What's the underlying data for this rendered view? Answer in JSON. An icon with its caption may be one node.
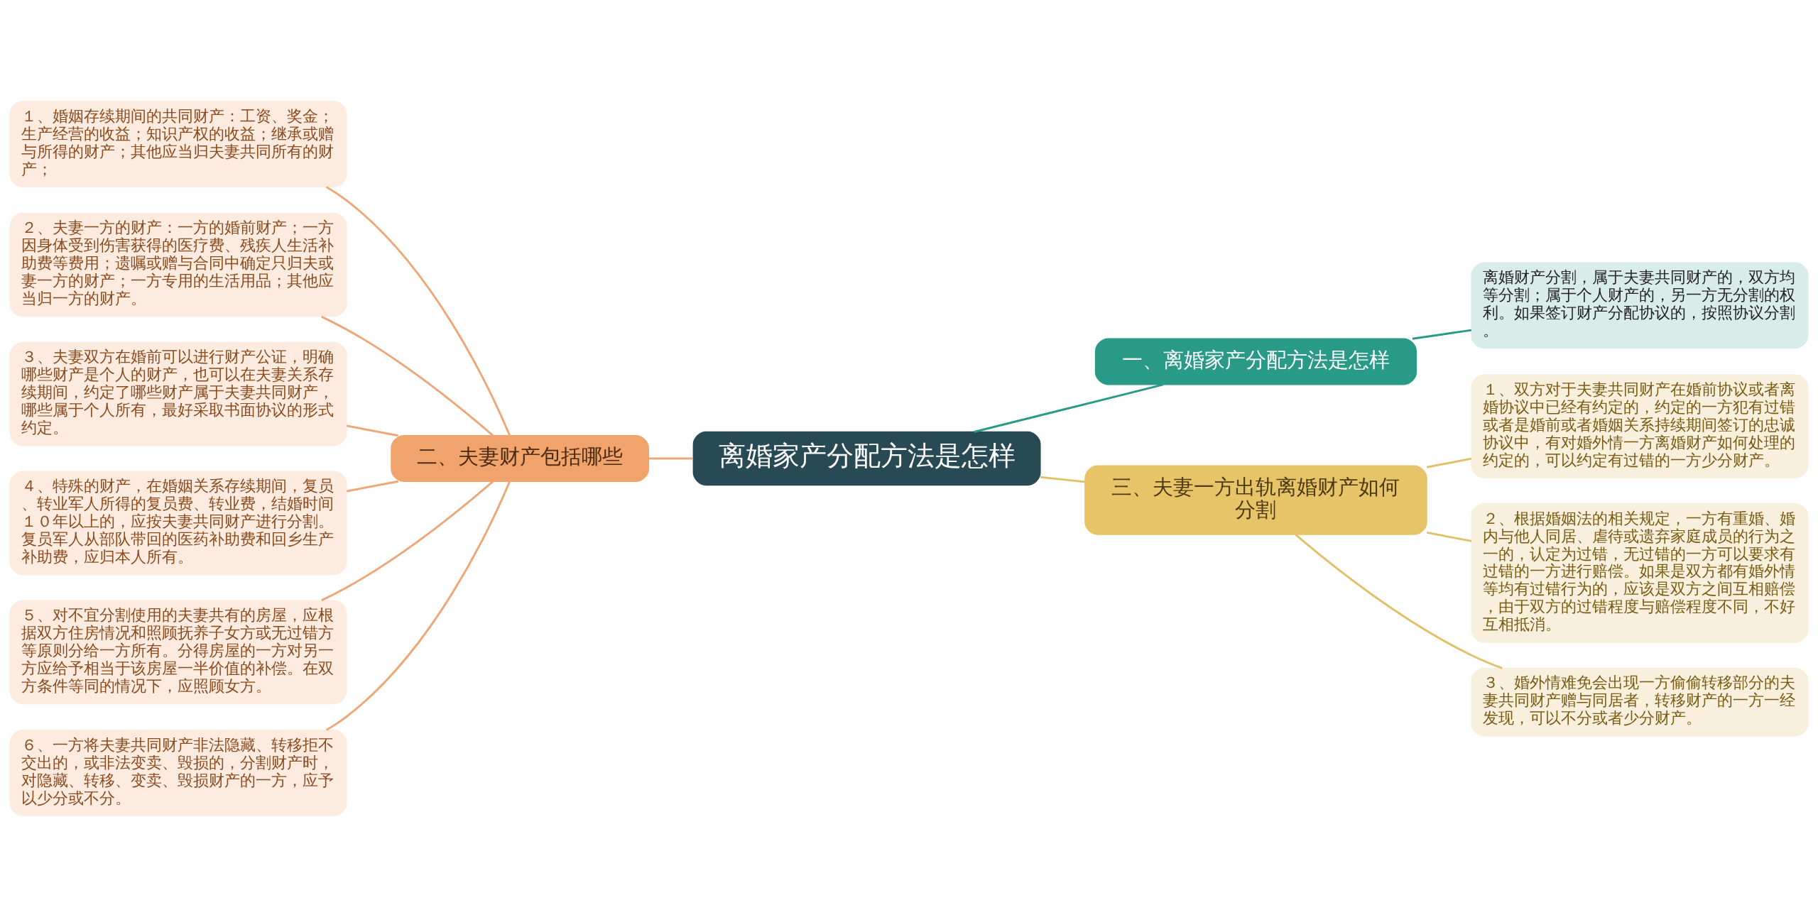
{
  "diagram": {
    "nodes": [
      {
        "text": [
          "离婚家产分配方法是怎样"
        ]
      },
      {
        "text": [
          "一、离婚家产分配方法是怎样"
        ]
      },
      {
        "text": [
          "离婚财产分割，属于夫妻共同财产的，双方均等分割；属于个人财产的，另一方无分割的权利。如果签订财产分配协议的，按照协议分割。"
        ]
      },
      {
        "text": [
          "二、夫妻财产包括哪些"
        ]
      },
      {
        "text": [
          "１、婚姻存续期间的共同财产：工资、奖金；生产经营的收益；知识产权的收益；继承或赠与所得的财产；其他应当归夫妻共同所有的财产；"
        ]
      },
      {
        "text": [
          "２、夫妻一方的财产：一方的婚前财产；一方因身体受到伤害获得的医疗费、残疾人生活补助费等费用；遗嘱或赠与合同中确定只归夫或妻一方的财产；一方专用的生活用品；其他应当归一方的财产。"
        ]
      },
      {
        "text": [
          "３、夫妻双方在婚前可以进行财产公证，明确哪些财产是个人的财产，也可以在夫妻关系存续期间，约定了哪些财产属于夫妻共同财产，哪些属于个人所有，最好采取书面协议的形式约定。"
        ]
      },
      {
        "text": [
          "４、特殊的财产，在婚姻关系存续期间，复员、转业军人所得的复员费、转业费，结婚时间１０年以上的，应按夫妻共同财产进行分割。复员军人从部队带回的医药补助费和回乡生产补助费，应归本人所有。"
        ]
      },
      {
        "text": [
          "５、对不宜分割使用的夫妻共有的房屋，应根据双方住房情况和照顾抚养子女方或无过错方等原则分给一方所有。分得房屋的一方对另一方应给予相当于该房屋一半价值的补偿。在双方条件等同的情况下，应照顾女方。"
        ]
      },
      {
        "text": [
          "６、一方将夫妻共同财产非法隐藏、转移拒不交出的，或非法变卖、毁损的，分割财产时，对隐藏、转移、变卖、毁损财产的一方，应予以少分或不分。"
        ]
      },
      {
        "text": [
          "三、夫妻一方出轨离婚财产如何分割"
        ]
      },
      {
        "text": [
          "１、双方对于夫妻共同财产在婚前协议或者离婚协议中已经有约定的，约定的一方犯有过错或者是婚前或者婚姻关系持续期间签订的忠诚协议中，有对婚外情一方离婚财产如何处理的约定的，可以约定有过错的一方少分财产。"
        ]
      },
      {
        "text": [
          "２、根据婚姻法的相关规定，一方有重婚、婚内与他人同居、虐待或遗弃家庭成员的行为之一的，认定为过错，无过错的一方可以要求有过错的一方进行赔偿。如果是双方都有婚外情等均有过错行为的，应该是双方之间互相赔偿，由于双方的过错程度与赔偿程度不同，不好互相抵消。"
        ]
      },
      {
        "text": [
          "３、婚外情难免会出现一方偷偷转移部分的夫妻共同财产赠与同居者，转移财产的一方一经发现，可以不分或者少分财产。"
        ]
      }
    ],
    "edges": [
      {
        "from": 0,
        "to": 1,
        "arrow": "none",
        "color": "#2a9a88"
      },
      {
        "from": 1,
        "to": 2,
        "arrow": "none",
        "color": "#2a9a88"
      },
      {
        "from": 0,
        "to": 3,
        "arrow": "none"
      },
      {
        "from": 3,
        "to": 4,
        "arrow": "none"
      },
      {
        "from": 3,
        "to": 5,
        "arrow": "none"
      },
      {
        "from": 3,
        "to": 6,
        "arrow": "none"
      },
      {
        "from": 3,
        "to": 7,
        "arrow": "none"
      },
      {
        "from": 3,
        "to": 8,
        "arrow": "none"
      },
      {
        "from": 3,
        "to": 9,
        "arrow": "none"
      },
      {
        "from": 0,
        "to": 10,
        "arrow": "none",
        "color": "#e2c06a"
      },
      {
        "from": 10,
        "to": 11,
        "arrow": "none",
        "color": "#e2c06a"
      },
      {
        "from": 10,
        "to": 12,
        "arrow": "none",
        "color": "#e2c06a"
      },
      {
        "from": 10,
        "to": 13,
        "arrow": "none",
        "color": "#e2c06a"
      }
    ]
  }
}
